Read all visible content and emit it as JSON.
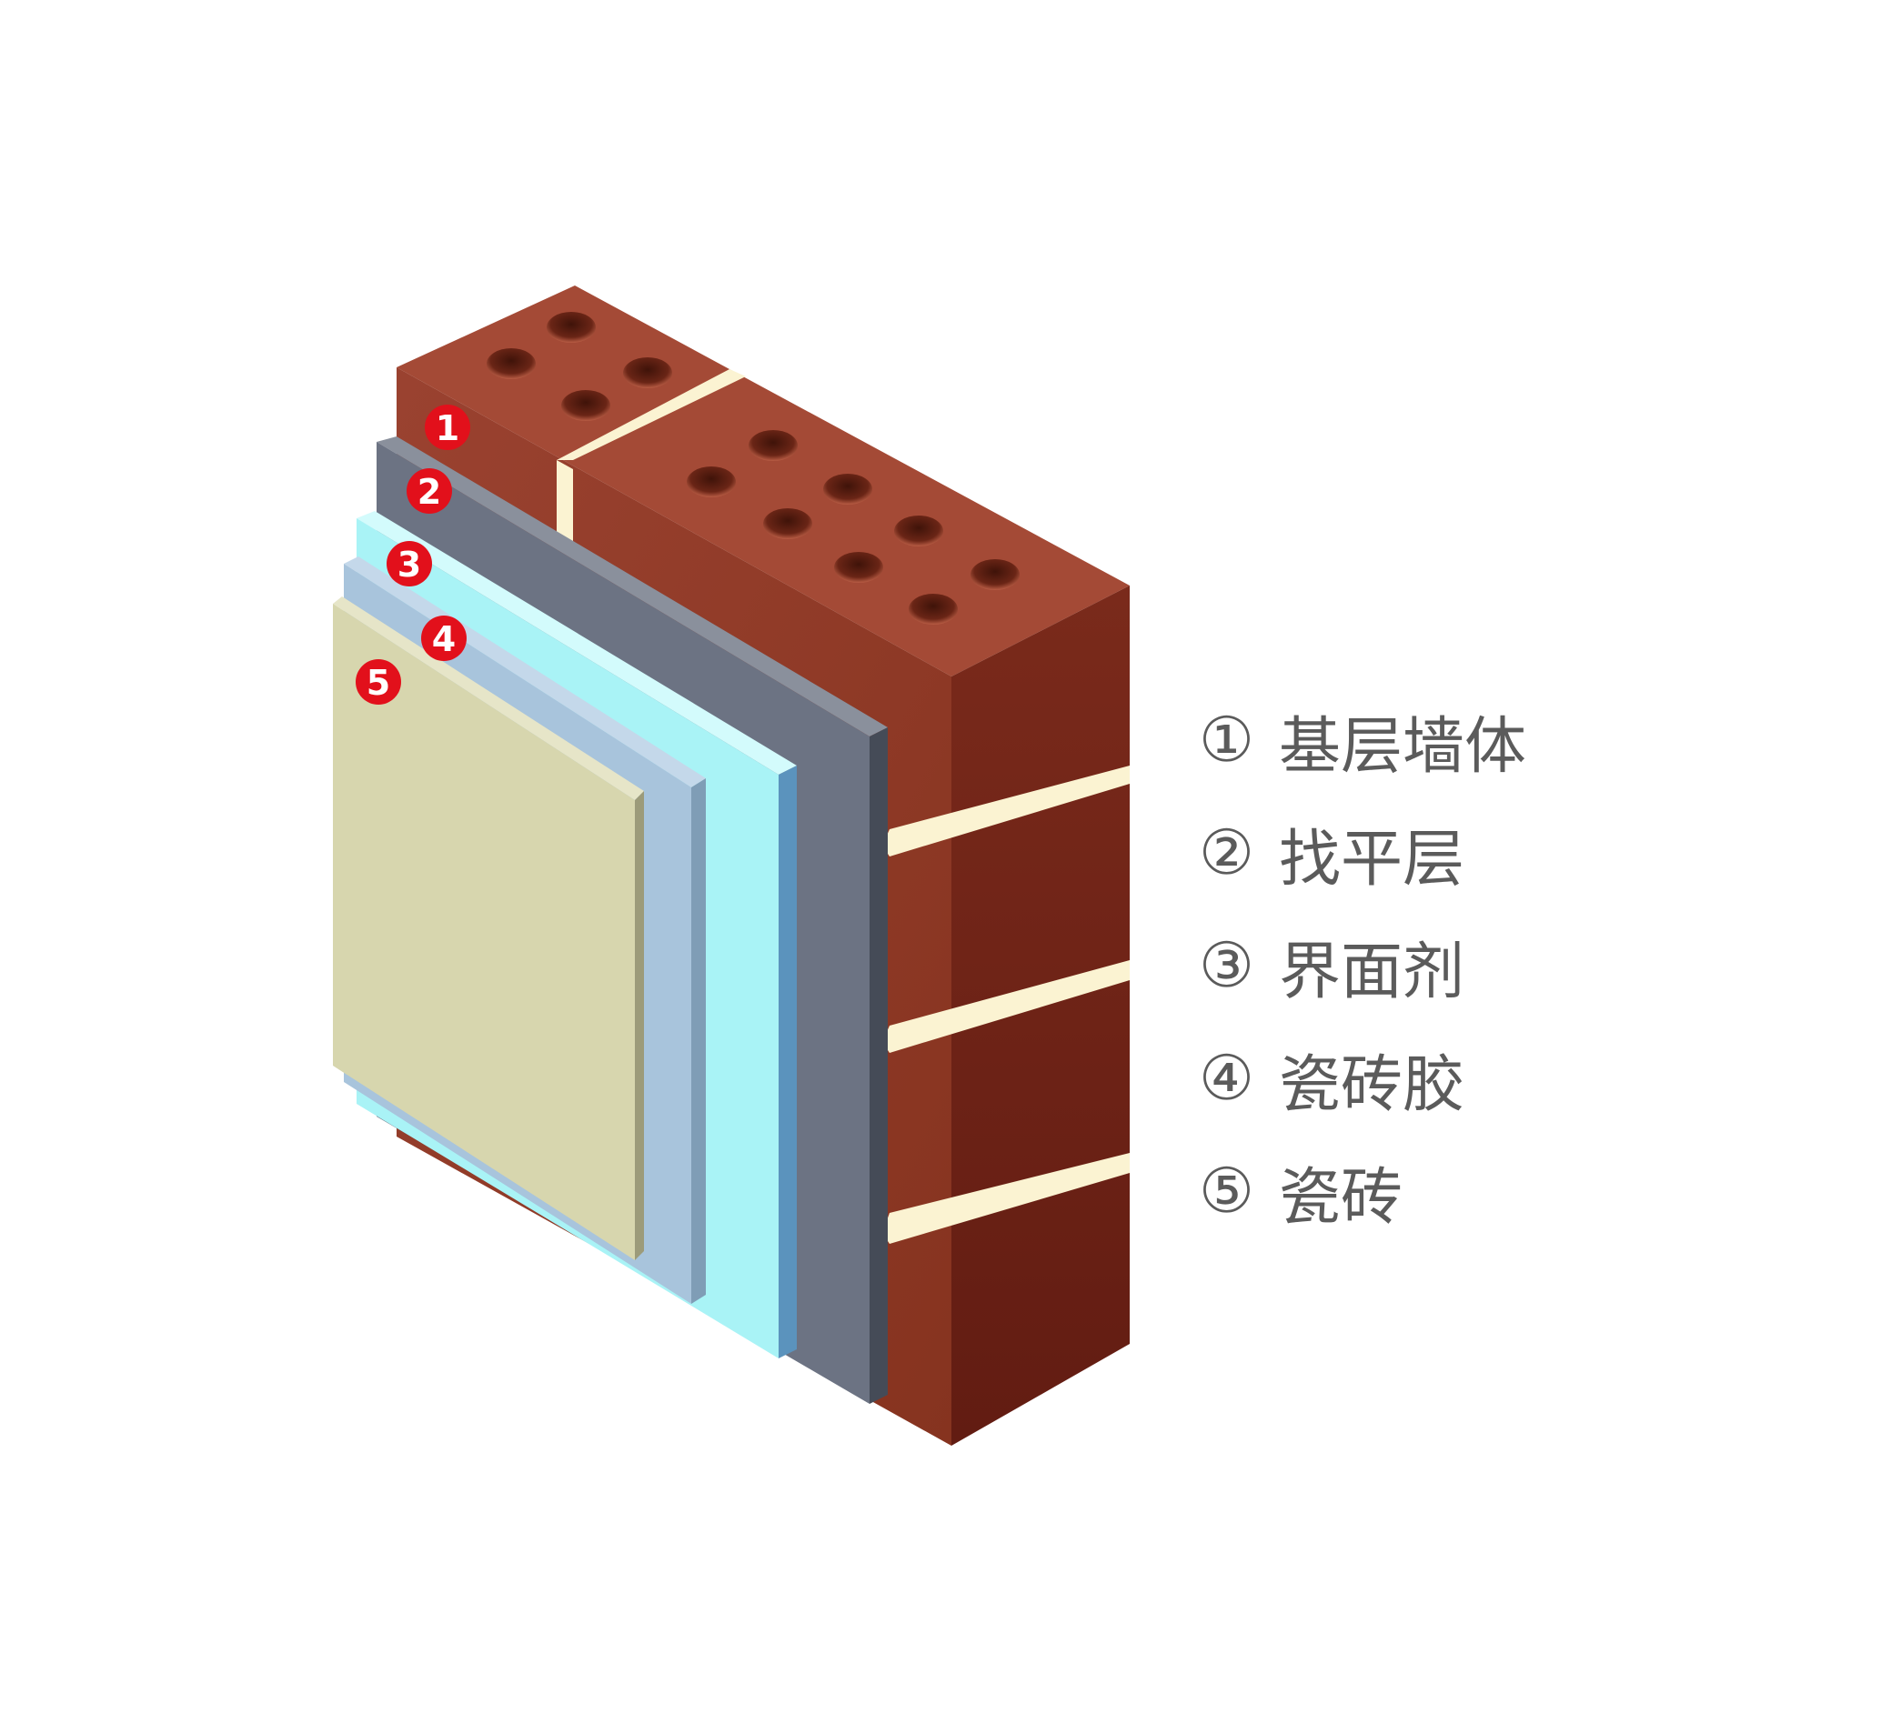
{
  "diagram": {
    "layers": [
      {
        "number": "1",
        "label": "基层墙体",
        "color": "#9c3f2b"
      },
      {
        "number": "2",
        "label": "找平层",
        "color": "#6c7383"
      },
      {
        "number": "3",
        "label": "界面剂",
        "color": "#a9f3f6"
      },
      {
        "number": "4",
        "label": "瓷砖胶",
        "color": "#a8c4dc"
      },
      {
        "number": "5",
        "label": "瓷砖",
        "color": "#d7d6ae"
      }
    ],
    "legend": [
      {
        "mark": "①",
        "label": "基层墙体"
      },
      {
        "mark": "②",
        "label": "找平层"
      },
      {
        "mark": "③",
        "label": "界面剂"
      },
      {
        "mark": "④",
        "label": "瓷砖胶"
      },
      {
        "mark": "⑤",
        "label": "瓷砖"
      }
    ],
    "colors": {
      "brick_top": "#a44a36",
      "brick_front": "#8e3a28",
      "brick_side": "#6e2216",
      "mortar": "#fbf3d2",
      "hole": "#6a2516",
      "marker": "#e2101b"
    }
  }
}
